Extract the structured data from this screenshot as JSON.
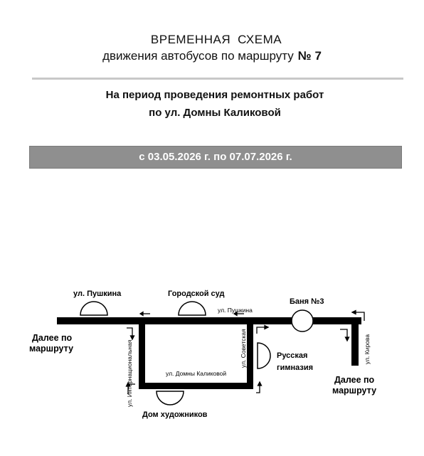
{
  "header": {
    "title_word1": "ВРЕМЕННАЯ",
    "title_word2": "СХЕМА",
    "title_line2": "движения автобусов по маршруту",
    "route_number": "№ 7"
  },
  "subtitle": {
    "line1": "На период проведения ремонтных работ",
    "line2": "по ул. Домны Каликовой"
  },
  "date_banner": "с 03.05.2026 г. по 07.07.2026 г.",
  "map": {
    "stops": {
      "pushkina": "ул. Пушкина",
      "gorodskoy_sud": "Городской суд",
      "banya": "Баня №3",
      "russkaya_line1": "Русская",
      "russkaya_line2": "гимназия",
      "dom_khudozhnikov": "Дом художников"
    },
    "streets": {
      "pushkina": "ул. Пушкина",
      "domny": "ул. Домны Каликовой",
      "internatsionalnaya": "ул. Интернациональная",
      "sovetskaya": "ул. Советская",
      "kirova": "ул. Кирова"
    },
    "further_left_line1": "Далее по",
    "further_left_line2": "маршруту",
    "further_right_line1": "Далее по",
    "further_right_line2": "маршруту"
  }
}
